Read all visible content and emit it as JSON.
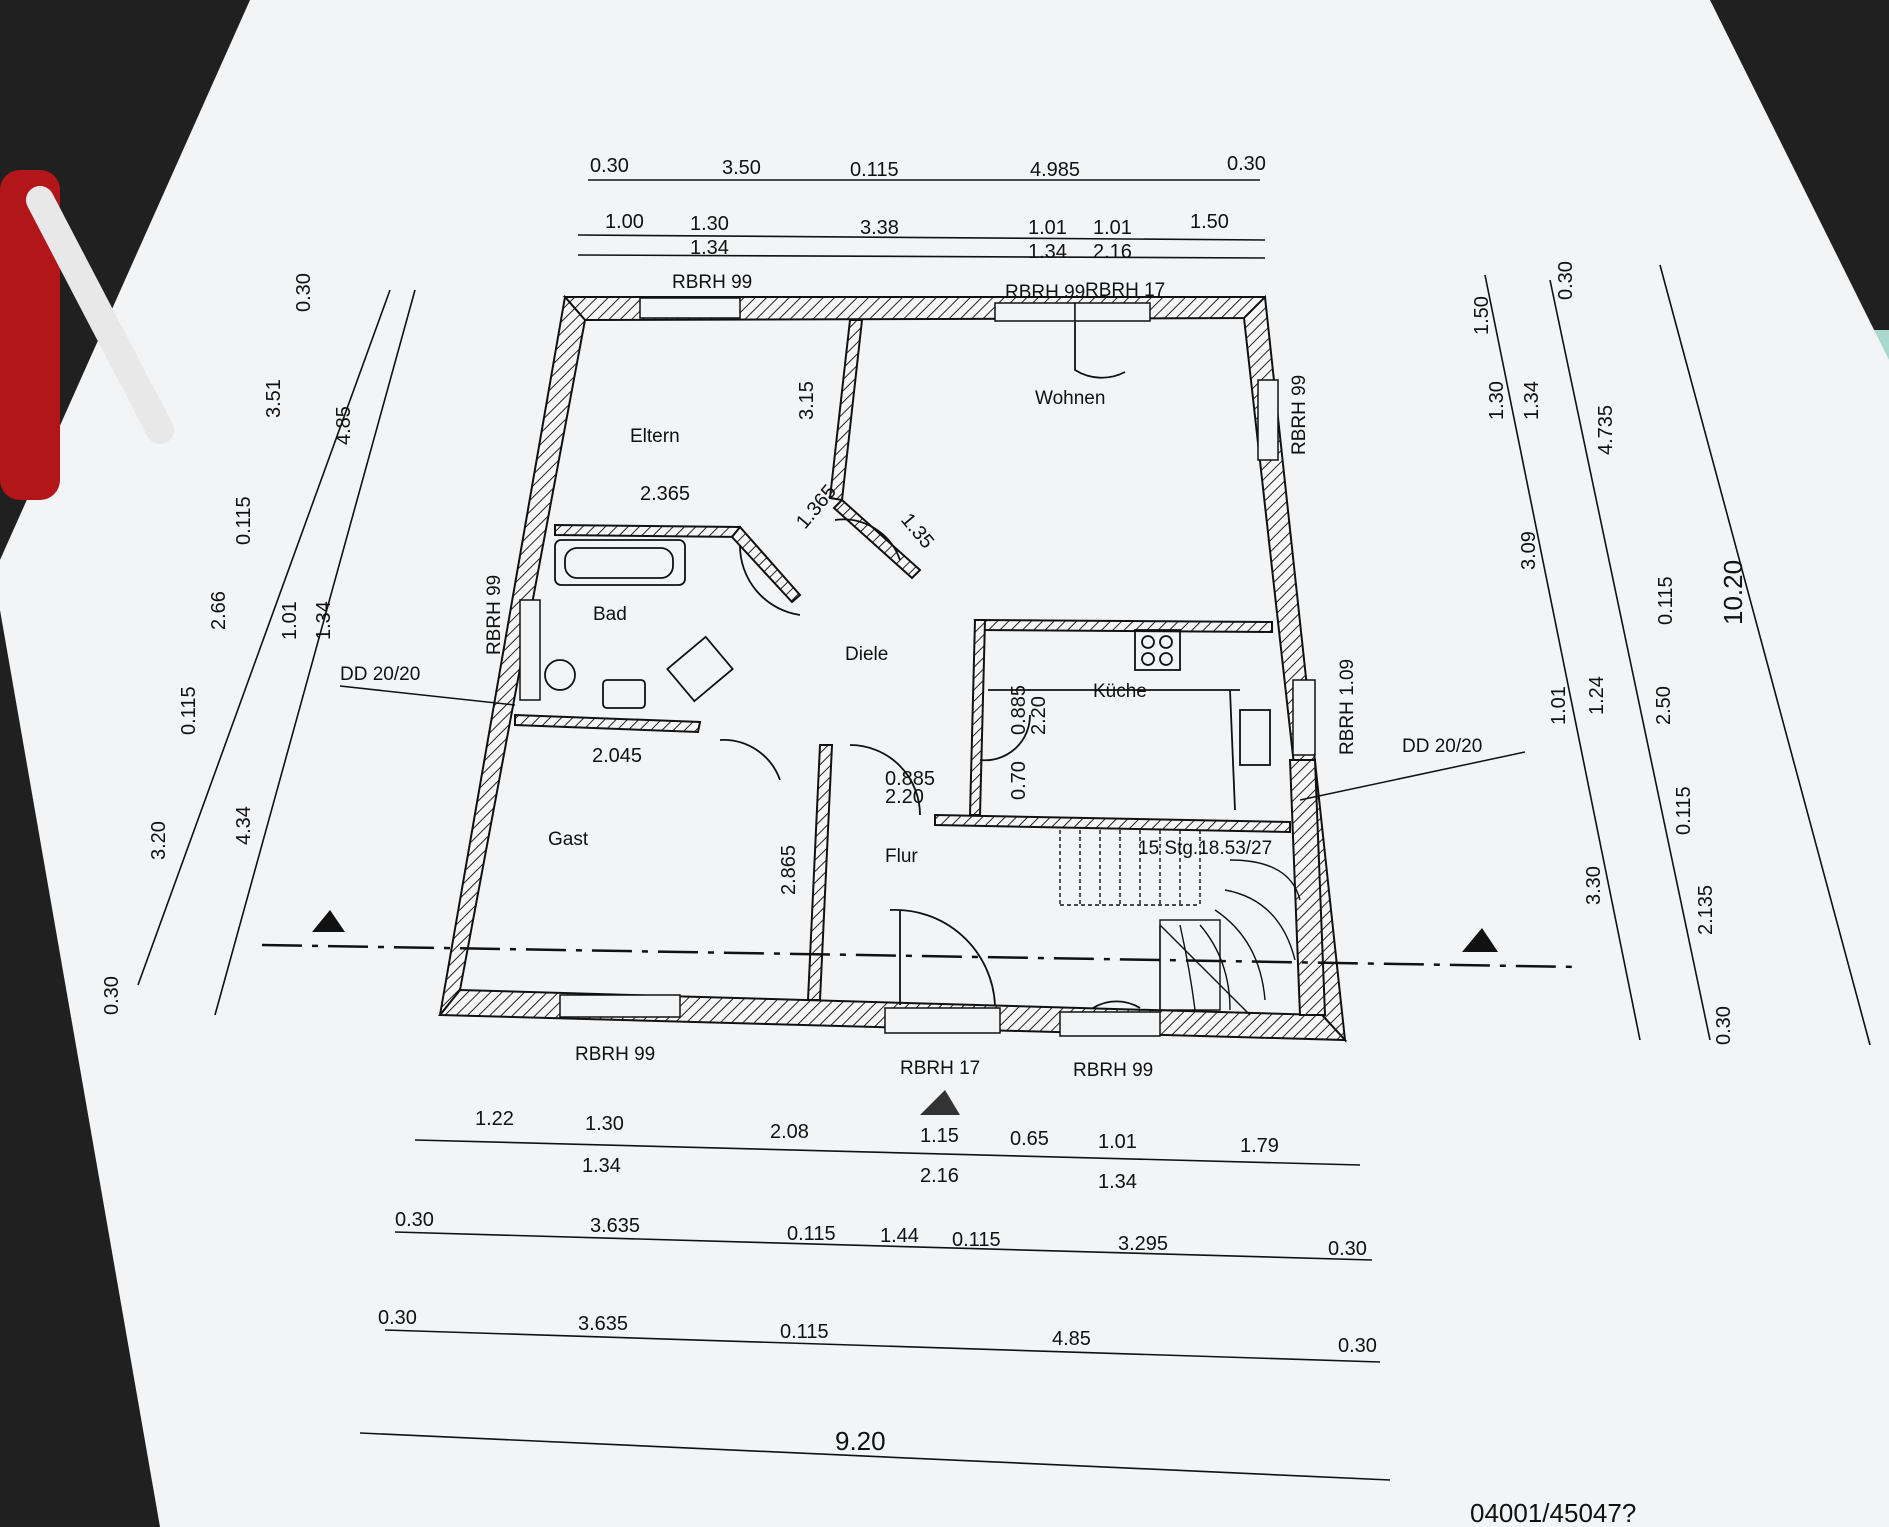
{
  "rooms": {
    "eltern": "Eltern",
    "wohnen": "Wohnen",
    "bad": "Bad",
    "diele": "Diele",
    "kueche": "Küche",
    "gast": "Gast",
    "flur": "Flur"
  },
  "openings": {
    "top_left": "RBRH 99",
    "top_mid": "RBRH 99",
    "top_right": "RBRH 17",
    "right_wohnen": "RBRH 99",
    "right_kueche": "RBRH 1.09",
    "left_bad": "RBRH 99",
    "bottom_left": "RBRH 99",
    "bottom_mid": "RBRH 17",
    "bottom_right": "RBRH 99"
  },
  "notes": {
    "dd_left": "DD 20/20",
    "dd_right": "DD 20/20",
    "stairs": "15 Stg.18.53/27"
  },
  "top_dims": {
    "row1": [
      "0.30",
      "3.50",
      "0.115",
      "4.985",
      "0.30"
    ],
    "row2": [
      "1.00",
      "1.30",
      "3.38",
      "1.01",
      "1.01",
      "1.50"
    ],
    "row2_sub": [
      "1.34",
      "1.34",
      "2.16"
    ]
  },
  "bottom_dims": {
    "row1": [
      "1.22",
      "1.30",
      "2.08",
      "1.15",
      "0.65",
      "1.01",
      "1.79"
    ],
    "row1_sub": [
      "1.34",
      "2.16",
      "1.34"
    ],
    "row2": [
      "0.30",
      "3.635",
      "0.115",
      "1.44",
      "0.115",
      "3.295",
      "0.30"
    ],
    "row3": [
      "0.30",
      "3.635",
      "0.115",
      "4.85",
      "0.30"
    ],
    "total": "9.20"
  },
  "left_dims": [
    "0.30",
    "3.51",
    "4.85",
    "0.115",
    "2.66",
    "1.01",
    "1.34",
    "0.115",
    "3.20",
    "4.34",
    "0.30"
  ],
  "right_dims": [
    "0.30",
    "1.50",
    "1.30",
    "1.34",
    "4.735",
    "3.09",
    "0.115",
    "1.01",
    "1.24",
    "2.50",
    "0.115",
    "3.30",
    "2.135",
    "0.30",
    "10.20"
  ],
  "inner_dims": [
    "3.15",
    "2.365",
    "1.365",
    "1.35",
    "2.045",
    "2.865",
    "0.885",
    "2.20",
    "0.70",
    "0.885",
    "2.20"
  ],
  "footer_code": "04001/45047?"
}
